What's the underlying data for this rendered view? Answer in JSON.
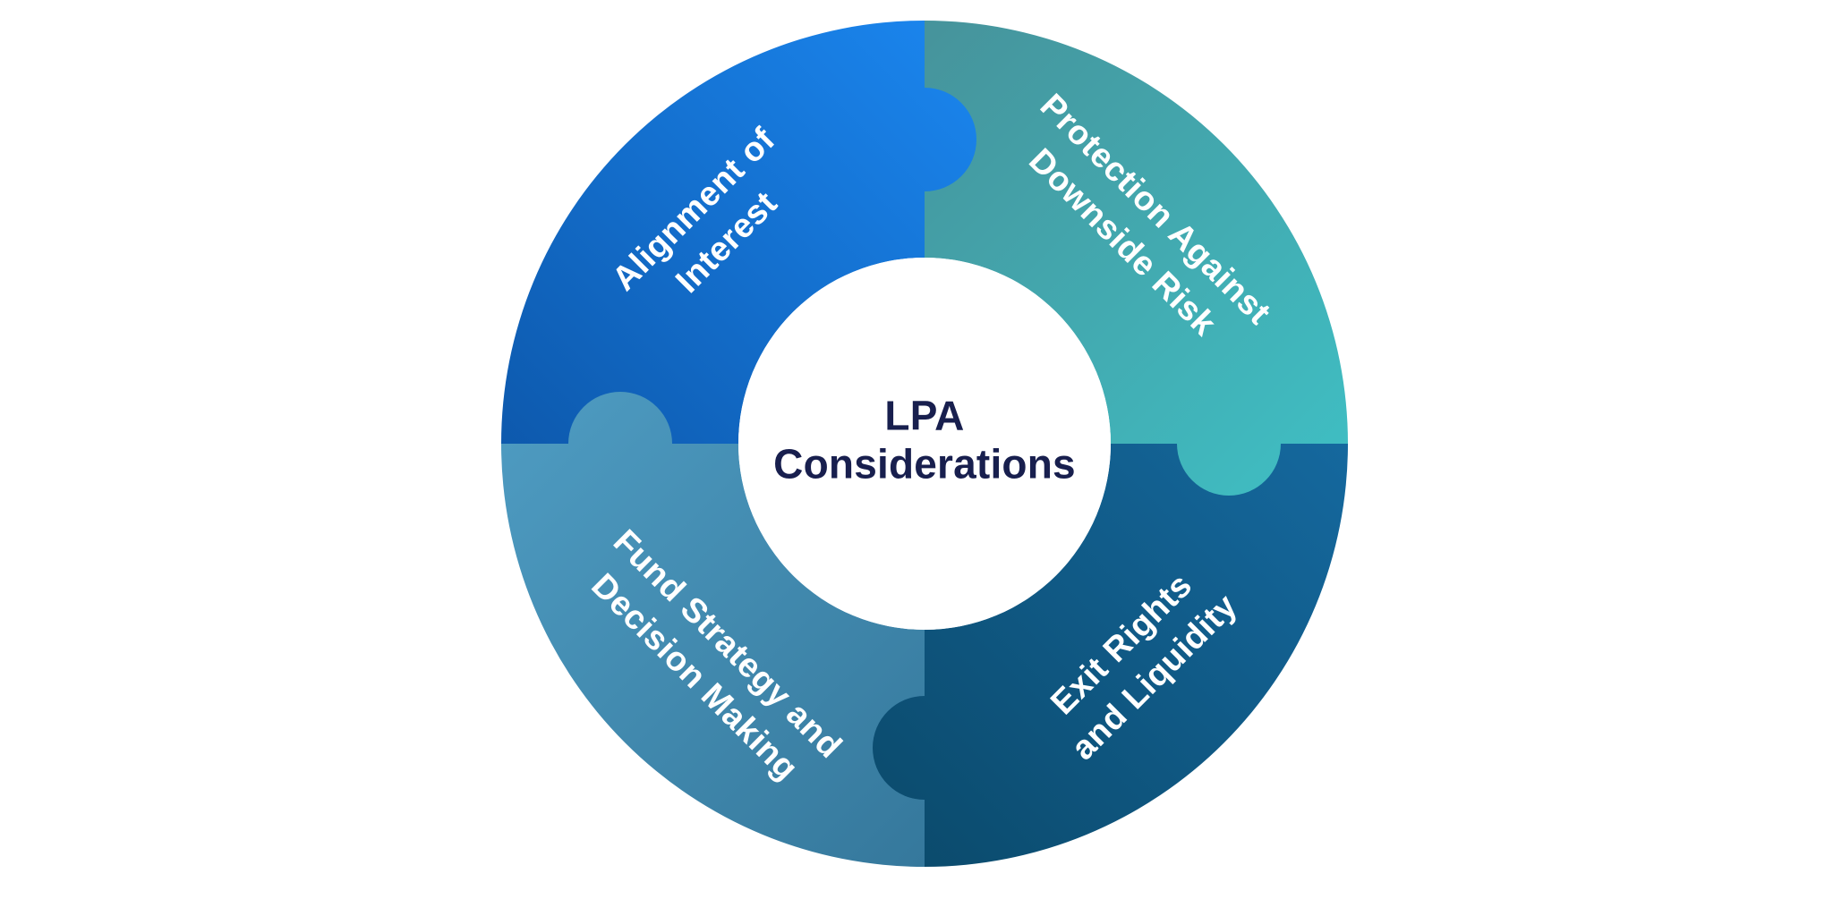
{
  "title": {
    "line1": "LPA",
    "line2": "Considerations"
  },
  "segments": {
    "alignment": {
      "line1": "Alignment of",
      "line2": "Interest"
    },
    "protection": {
      "line1": "Protection Against",
      "line2": "Downside Risk"
    },
    "exit": {
      "line1": "Exit Rights",
      "line2": "and Liquidity"
    },
    "fund": {
      "line1": "Fund Strategy and",
      "line2": "Decision Making"
    }
  },
  "colors": {
    "background": "#ffffff",
    "center_text": "#181f4e",
    "label_text": "#ffffff",
    "alignment": {
      "dark": "#0d59ad",
      "light": "#1a84ec"
    },
    "protection": {
      "dark": "#46939b",
      "light": "#3fbdc2"
    },
    "exit": {
      "dark": "#0b4b6d",
      "light": "#15689e"
    },
    "fund": {
      "dark": "#35789c",
      "light": "#4d9ac0"
    }
  }
}
